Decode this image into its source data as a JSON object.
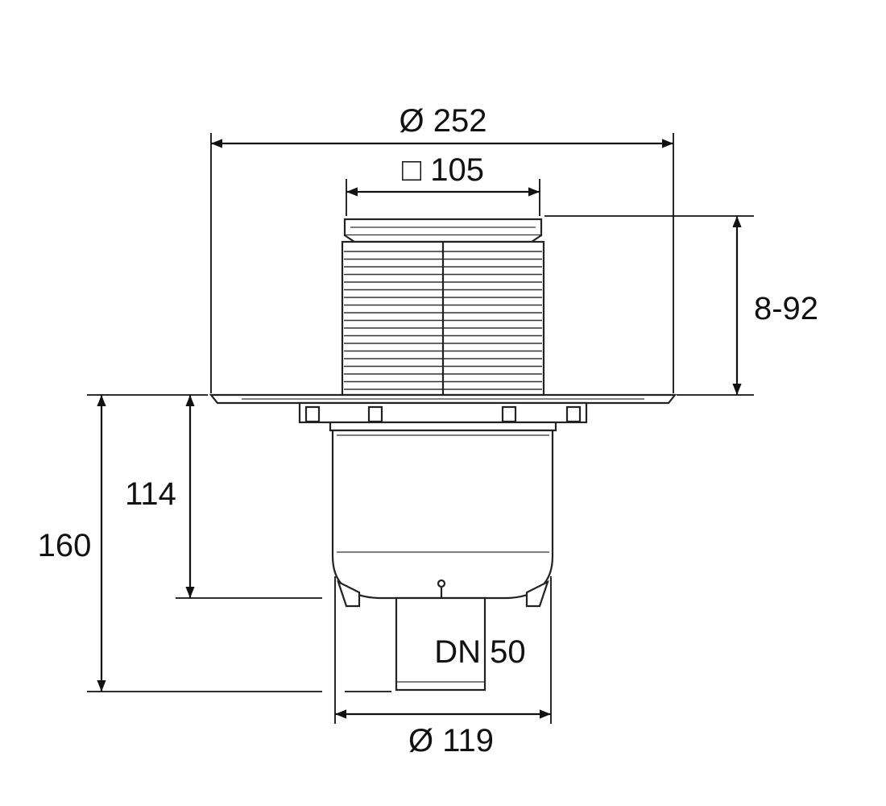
{
  "dimensions": {
    "overall_diameter": "Ø 252",
    "square_frame": "□ 105",
    "adjustment_height": "8-92",
    "height_to_bowl": "114",
    "total_height": "160",
    "outlet": "DN 50",
    "bowl_diameter": "Ø 119"
  },
  "colors": {
    "line": "#111111",
    "shade": "#d9d9d9",
    "background": "#ffffff"
  }
}
